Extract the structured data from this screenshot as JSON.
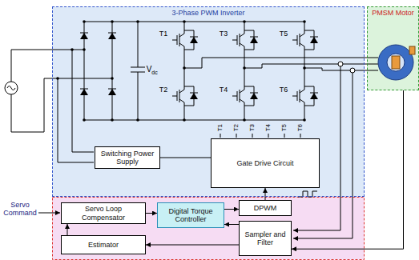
{
  "diagram": {
    "nodes": [
      {
        "text": [
          "3-Phase PWM Inverter"
        ]
      },
      {
        "text": [
          "Switching Power Supply"
        ],
        "in": 0
      },
      {
        "text": [
          "Gate Drive Circuit"
        ],
        "in": 0
      },
      {
        "text": [
          "PMSM Motor"
        ]
      },
      {
        "text": [
          "Servo Loop Compensator"
        ]
      },
      {
        "text": [
          "Digital Torque Controller"
        ]
      },
      {
        "text": [
          "DPWM"
        ]
      },
      {
        "text": [
          "Estimator"
        ]
      },
      {
        "text": [
          "Sampler and Filter"
        ]
      }
    ],
    "edges": [
      {
        "from": 4,
        "to": 5,
        "arrow": "to"
      },
      {
        "from": 5,
        "to": 6,
        "arrow": "to"
      },
      {
        "from": 6,
        "to": 2,
        "arrow": "to"
      },
      {
        "from": 8,
        "to": 5,
        "arrow": "to"
      },
      {
        "from": 8,
        "to": 7,
        "arrow": "to"
      },
      {
        "from": 7,
        "to": 4,
        "arrow": "to"
      },
      {
        "from": 1,
        "to": 2,
        "arrow": "none"
      },
      {
        "from": 3,
        "to": 8,
        "arrow": "to"
      }
    ],
    "labels": [
      "Servo Command",
      "V",
      "dc",
      "T1",
      "T2",
      "T3",
      "T4",
      "T5",
      "T6",
      "T1",
      "T2",
      "T3",
      "T4",
      "T5",
      "T6"
    ]
  }
}
